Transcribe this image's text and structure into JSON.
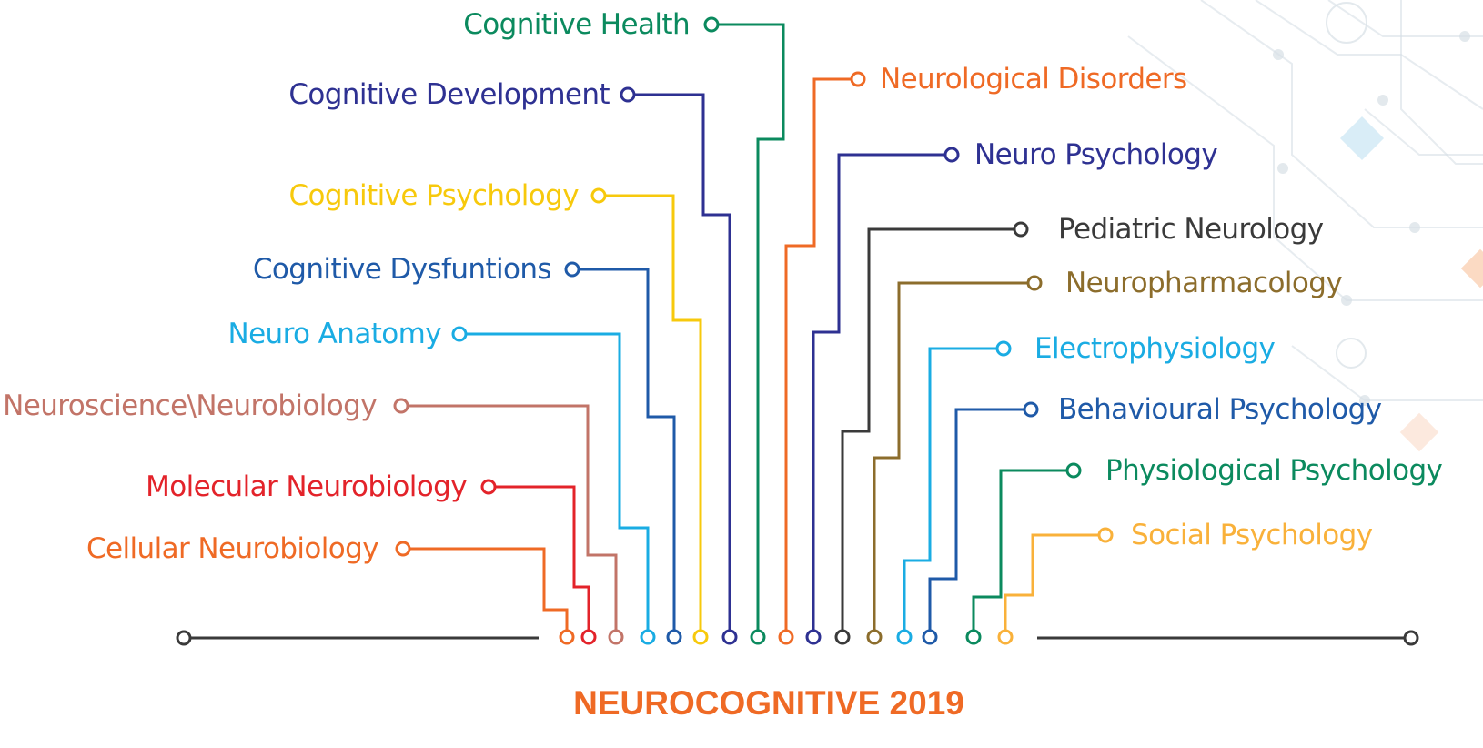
{
  "title": "NEUROCOGNITIVE 2019",
  "colors": {
    "title": "#ef6a25",
    "baseline": "#3a3a3a",
    "decoration": "#d7dfe6"
  },
  "topics": [
    {
      "label": "Cognitive Health",
      "color": "#0b8a5e"
    },
    {
      "label": "Cognitive Development",
      "color": "#2e3192"
    },
    {
      "label": "Cognitive Psychology",
      "color": "#f7c90c"
    },
    {
      "label": "Cognitive Dysfuntions",
      "color": "#1f5aa8"
    },
    {
      "label": "Neuro Anatomy",
      "color": "#1aace3"
    },
    {
      "label": "Neuroscience\\Neurobiology",
      "color": "#c27468"
    },
    {
      "label": "Molecular Neurobiology",
      "color": "#e3232a"
    },
    {
      "label": "Cellular Neurobiology",
      "color": "#ef6a25"
    },
    {
      "label": "Neurological Disorders",
      "color": "#ef6a25"
    },
    {
      "label": "Neuro Psychology",
      "color": "#2e3192"
    },
    {
      "label": "Pediatric Neurology",
      "color": "#3a3a3a"
    },
    {
      "label": "Neuropharmacology",
      "color": "#8c6d2c"
    },
    {
      "label": "Electrophysiology",
      "color": "#1aace3"
    },
    {
      "label": "Behavioural Psychology",
      "color": "#1f5aa8"
    },
    {
      "label": "Physiological Psychology",
      "color": "#0b8a5e"
    },
    {
      "label": "Social Psychology",
      "color": "#f9b13a"
    }
  ]
}
